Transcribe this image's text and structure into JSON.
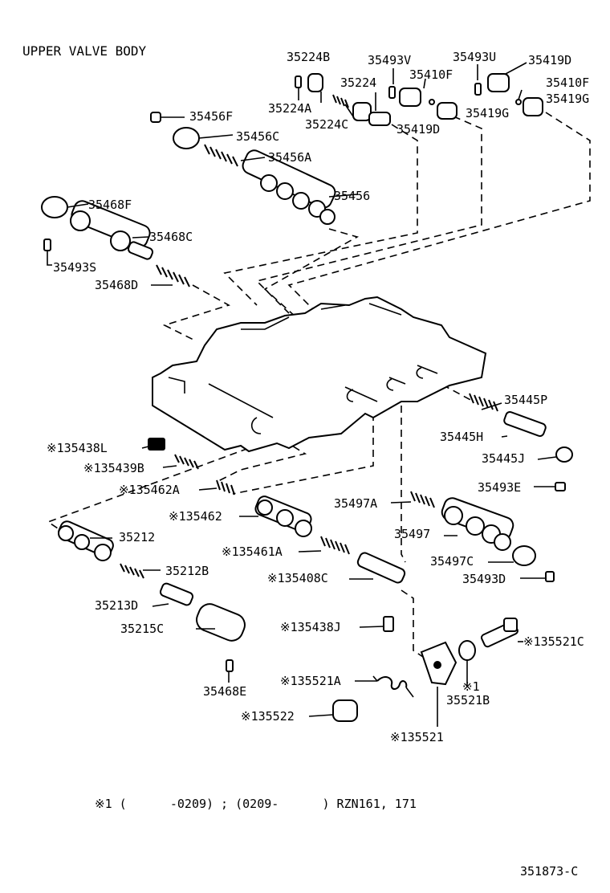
{
  "title": "UPPER VALVE BODY",
  "footnote": "※1 (      -0209) ; (0209-      ) RZN161, 171",
  "diagram_code": "351873-C",
  "labels": {
    "p35224B": "35224B",
    "p35493V": "35493V",
    "p35493U": "35493U",
    "p35419D_a": "35419D",
    "p35410F_a": "35410F",
    "p35224": "35224",
    "p35410F_b": "35410F",
    "p35224A": "35224A",
    "p35419G_a": "35419G",
    "p35224C": "35224C",
    "p35419D_b": "35419D",
    "p35419G_b": "35419G",
    "p35456F": "35456F",
    "p35456C": "35456C",
    "p35456A": "35456A",
    "p35456": "35456",
    "p35468F": "35468F",
    "p35468C": "35468C",
    "p35493S": "35493S",
    "p35468D": "35468D",
    "p35445P": "35445P",
    "p35445H": "35445H",
    "p35445J": "35445J",
    "p35493E": "35493E",
    "p35497A": "35497A",
    "p35497": "35497",
    "p35497C": "35497C",
    "p35493D": "35493D",
    "p135438L": "※135438L",
    "p135439B": "※135439B",
    "p135462A": "※135462A",
    "p135462": "※135462",
    "p35212": "35212",
    "p35212B": "35212B",
    "p135461A": "※135461A",
    "p135408C": "※135408C",
    "p35213D": "35213D",
    "p35215C": "35215C",
    "p135438J": "※135438J",
    "p135521C": "※135521C",
    "p35468E": "35468E",
    "p135521A": "※135521A",
    "p1mark": "※1",
    "p35521B": "35521B",
    "p135522": "※135522",
    "p135521": "※135521"
  }
}
